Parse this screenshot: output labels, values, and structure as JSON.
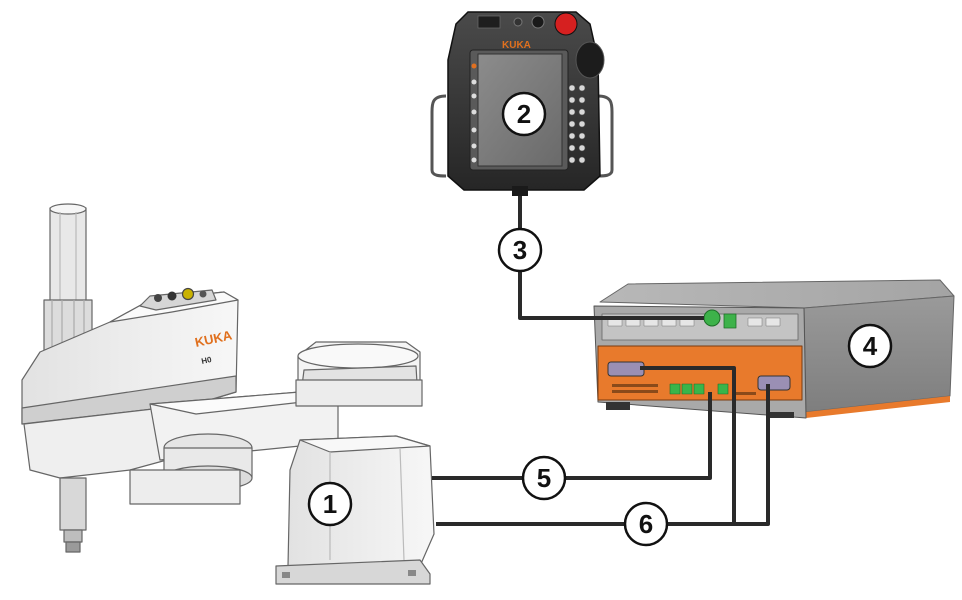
{
  "components": {
    "robot": {
      "callout": "1",
      "brand": "KUKA",
      "model": "H0"
    },
    "smartpad": {
      "callout": "2",
      "brand": "KUKA"
    },
    "cable_smartpad": {
      "callout": "3"
    },
    "controller": {
      "callout": "4"
    },
    "cable_data": {
      "callout": "5"
    },
    "cable_motor": {
      "callout": "6"
    }
  },
  "colors": {
    "cable": "#2a2a2a",
    "brand_orange": "#e0701e",
    "controller_panel": "#e87a2c",
    "robot_body": "#f1f1f1",
    "outline": "#555555"
  }
}
